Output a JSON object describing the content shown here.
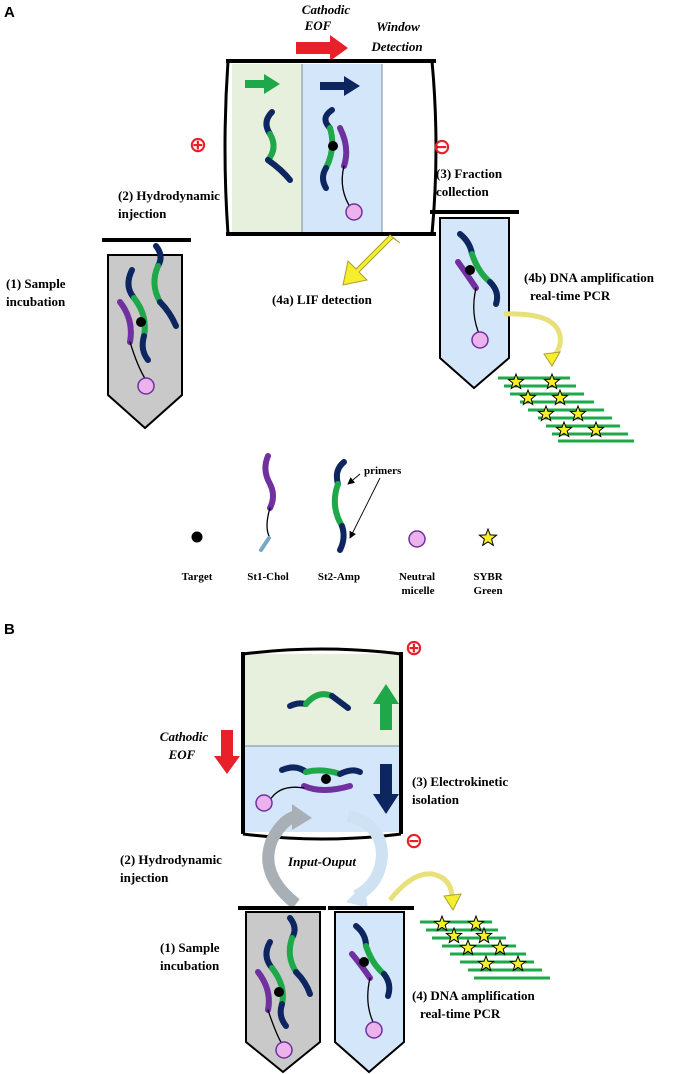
{
  "panel_a": {
    "letter": "A",
    "cathodic_eof": [
      "Cathodic",
      "EOF"
    ],
    "window_detection": [
      "Window",
      "Detection"
    ],
    "plus_sign": "⊕",
    "minus_sign": "⊖",
    "hydrodynamic_injection": [
      "(2) Hydrodynamic",
      "injection"
    ],
    "sample_incubation": [
      "(1) Sample",
      "incubation"
    ],
    "fraction_collection": [
      "(3) Fraction",
      "collection"
    ],
    "lif_detection": "(4a) LIF detection",
    "dna_amplification": [
      "(4b) DNA amplification",
      "real-time PCR"
    ]
  },
  "legend": {
    "primers": "primers",
    "items": [
      {
        "label": [
          "Target"
        ]
      },
      {
        "label": [
          "St1-Chol"
        ]
      },
      {
        "label": [
          "St2-Amp"
        ]
      },
      {
        "label": [
          "Neutral",
          "micelle"
        ]
      },
      {
        "label": [
          "SYBR",
          "Green"
        ]
      }
    ]
  },
  "panel_b": {
    "letter": "B",
    "cathodic_eof": [
      "Cathodic",
      "EOF"
    ],
    "plus_sign": "⊕",
    "minus_sign": "⊖",
    "electrokinetic_isolation": [
      "(3) Electrokinetic",
      "isolation"
    ],
    "hydrodynamic_injection": [
      "(2) Hydrodynamic",
      "injection"
    ],
    "input_output": "Input-Ouput",
    "sample_incubation": [
      "(1) Sample",
      "incubation"
    ],
    "dna_amplification": [
      "(4) DNA amplification",
      "real-time PCR"
    ]
  },
  "colors": {
    "red": "#e8202a",
    "green": "#1fa84a",
    "navy": "#0d2660",
    "purple": "#7030a0",
    "light_green": "#e6f0dc",
    "light_blue": "#d4e6fa",
    "gray": "#c9c9c9",
    "yellow": "#f5ee2c",
    "micelle": "#ecb2ec"
  }
}
